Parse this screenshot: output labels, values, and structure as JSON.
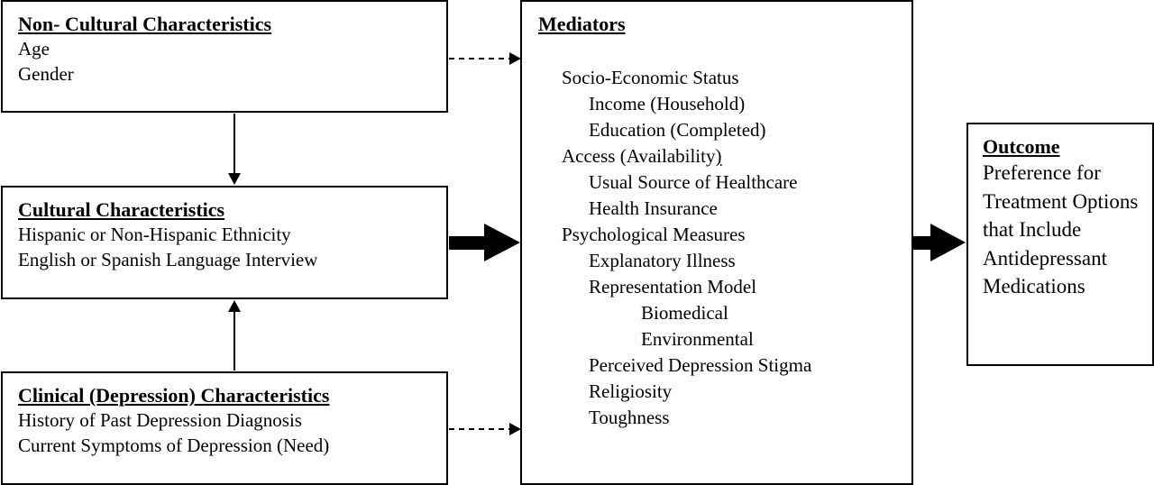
{
  "noncultural": {
    "title": "Non- Cultural Characteristics",
    "items": [
      "Age",
      "Gender"
    ]
  },
  "cultural": {
    "title": "Cultural Characteristics",
    "items": [
      "Hispanic or Non-Hispanic Ethnicity",
      "English or Spanish Language Interview"
    ]
  },
  "clinical": {
    "title": "Clinical (Depression) Characteristics",
    "items": [
      "History of Past Depression Diagnosis",
      "Current Symptoms of Depression (Need)"
    ]
  },
  "mediators": {
    "title": "Mediators",
    "items": [
      "Socio-Economic Status",
      "Income (Household)",
      "Education (Completed)",
      "Access (Availability",
      "Usual Source of Healthcare",
      "Health Insurance",
      "Psychological Measures",
      "Explanatory Illness",
      "Representation Model",
      "Biomedical",
      "Environmental",
      "Perceived Depression Stigma",
      "Religiosity",
      "Toughness"
    ],
    "access_close_paren": ")"
  },
  "outcome": {
    "title": "Outcome",
    "text": "Preference for Treatment Options that Include Antidepressant Medications"
  }
}
